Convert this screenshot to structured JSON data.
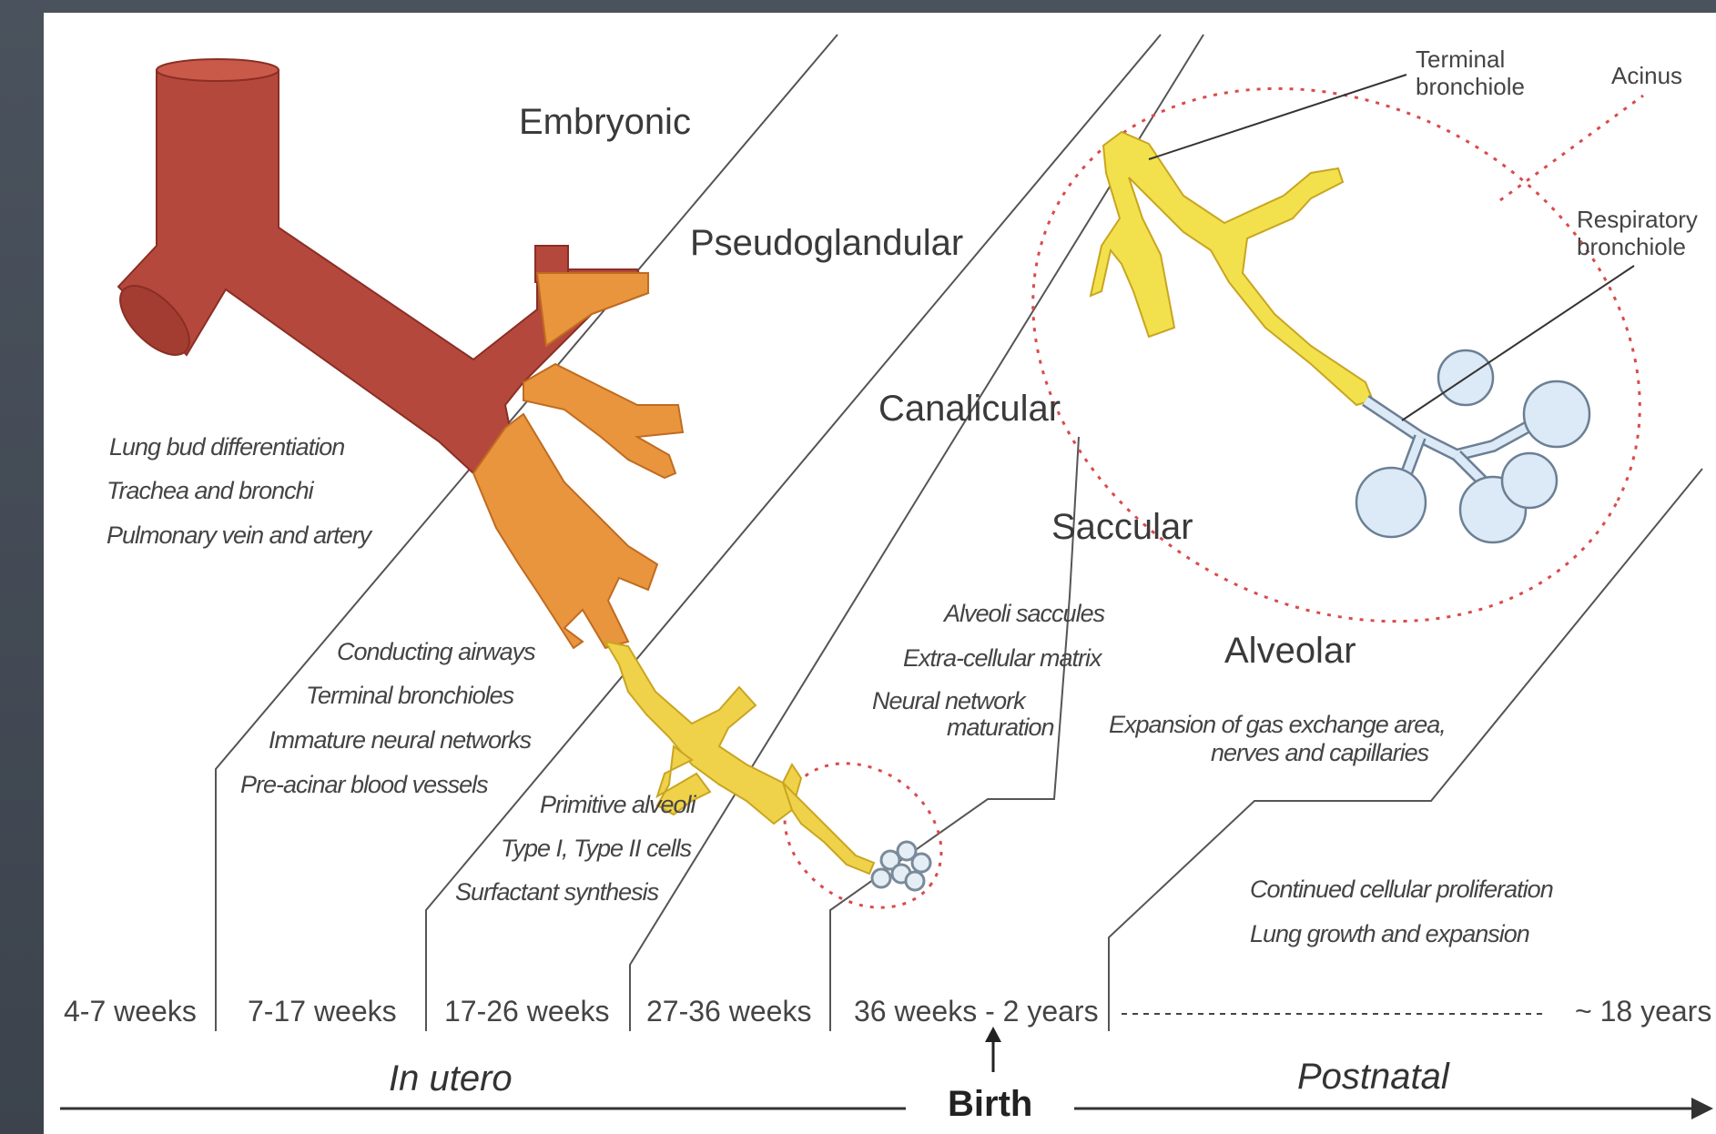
{
  "stages": {
    "embryonic": "Embryonic",
    "pseudoglandular": "Pseudoglandular",
    "canalicular": "Canalicular",
    "saccular": "Saccular",
    "alveolar": "Alveolar"
  },
  "notes": {
    "embryonic": [
      "Lung bud differentiation",
      "Trachea and bronchi",
      "Pulmonary vein and artery"
    ],
    "pseudoglandular": [
      "Conducting airways",
      "Terminal bronchioles",
      "Immature neural networks",
      "Pre-acinar blood vessels"
    ],
    "canalicular": [
      "Primitive alveoli",
      "Type I, Type II cells",
      "Surfactant synthesis"
    ],
    "saccular": [
      "Alveoli saccules",
      "Extra-cellular matrix",
      "Neural network",
      "maturation"
    ],
    "alveolar": [
      "Expansion of gas exchange area,",
      "nerves and capillaries"
    ],
    "postnatal": [
      "Continued cellular proliferation",
      "Lung growth and expansion"
    ]
  },
  "callouts": {
    "terminal_bronchiole": [
      "Terminal",
      "bronchiole"
    ],
    "acinus": "Acinus",
    "respiratory_bronchiole": [
      "Respiratory",
      "bronchiole"
    ]
  },
  "timeline": {
    "t1": "4-7 weeks",
    "t2": "7-17 weeks",
    "t3": "17-26 weeks",
    "t4": "27-36 weeks",
    "t5": "36 weeks - 2 years",
    "t6": "~ 18 years",
    "in_utero": "In utero",
    "birth": "Birth",
    "postnatal": "Postnatal"
  },
  "colors": {
    "embryonic": "#b5483c",
    "pseudoglandular": "#e8953e",
    "canalicular": "#f0d24a",
    "saccular": "#f2e14c",
    "alveoli": "#d8e8f5",
    "dashed_ring": "#d94b4b"
  }
}
